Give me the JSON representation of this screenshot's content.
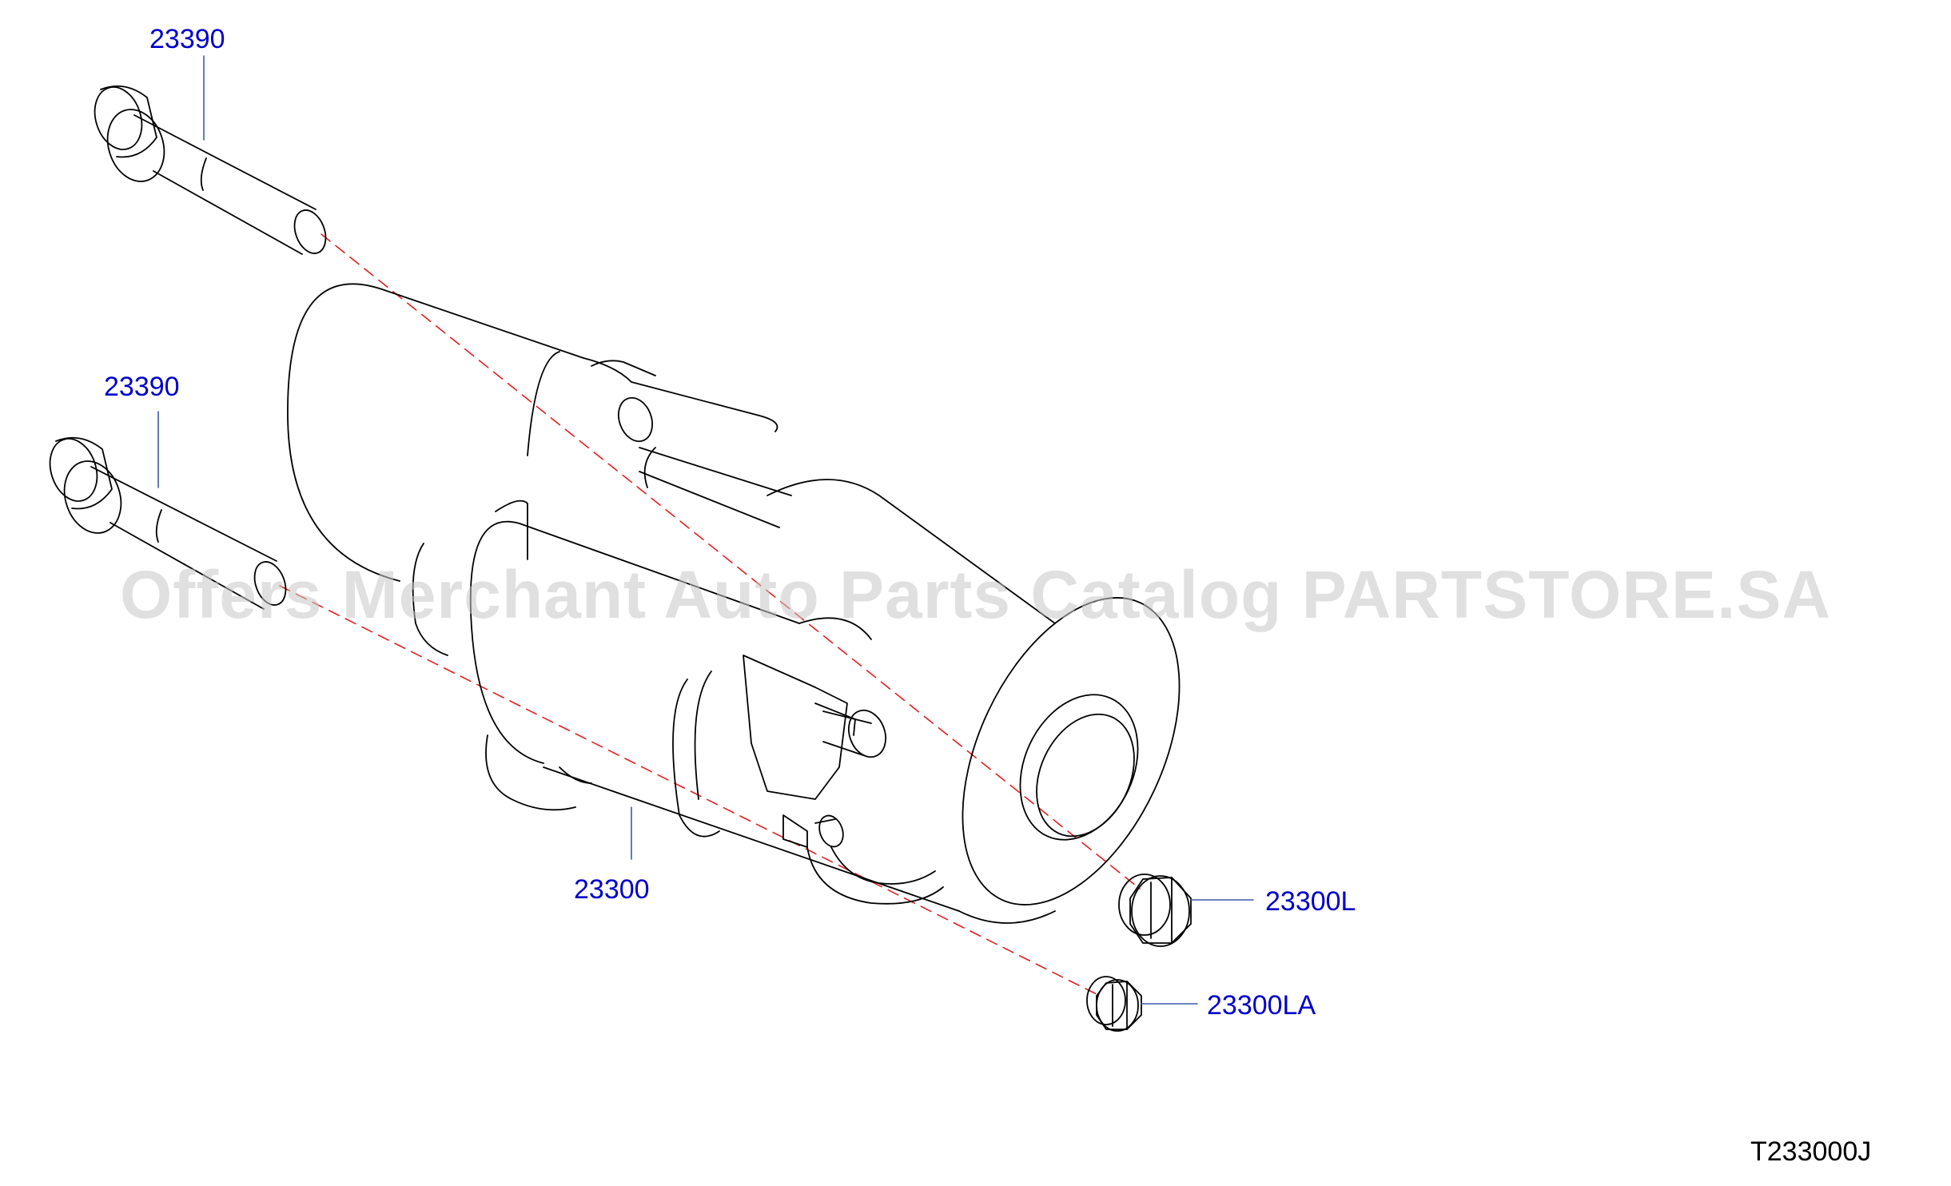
{
  "labels": {
    "bolt_upper": "23390",
    "bolt_lower": "23390",
    "starter_motor": "23300",
    "nut_large": "23300L",
    "nut_small": "23300LA"
  },
  "figure_code": "T233000J",
  "watermark": "Offers Merchant Auto Parts Catalog PARTSTORE.SA",
  "colors": {
    "label": "#0000cc",
    "leader": "#3a5aa8",
    "line_art": "#000000",
    "center_line": "#e02020",
    "watermark": "#c8c8c8"
  },
  "icons": {
    "bolt": "flange-bolt-icon",
    "nut": "hex-flange-nut-icon",
    "motor": "starter-motor-icon"
  }
}
